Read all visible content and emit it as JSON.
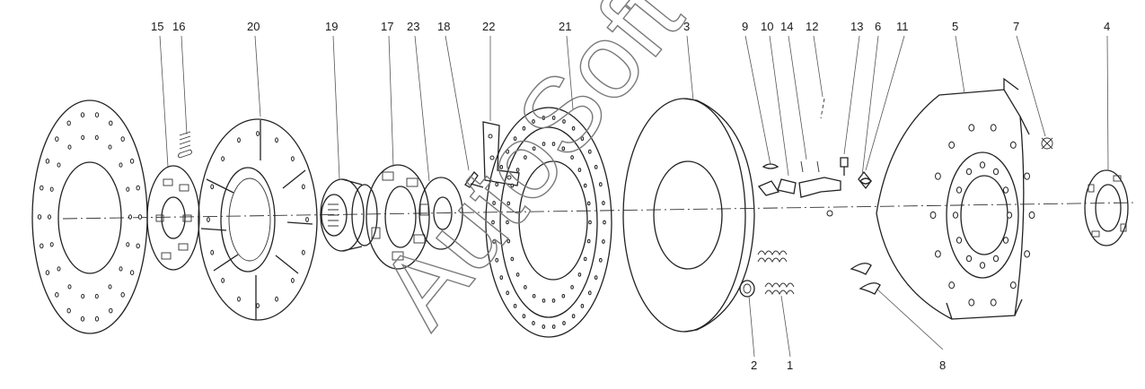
{
  "watermark": "AutoSoft",
  "callouts": {
    "c15": "15",
    "c16": "16",
    "c20": "20",
    "c19": "19",
    "c17": "17",
    "c23": "23",
    "c18": "18",
    "c22": "22",
    "c21": "21",
    "c3": "3",
    "c9": "9",
    "c10": "10",
    "c14": "14",
    "c12": "12",
    "c13": "13",
    "c6": "6",
    "c11": "11",
    "c5": "5",
    "c7": "7",
    "c4": "4",
    "c2": "2",
    "c1": "1",
    "c8": "8"
  }
}
